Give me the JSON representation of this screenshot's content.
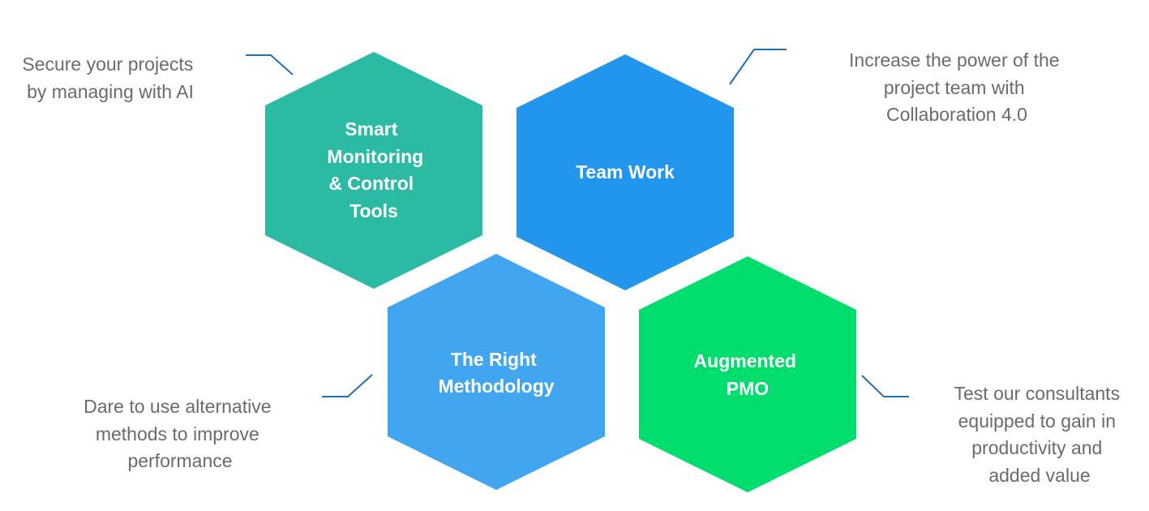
{
  "hexagons": [
    {
      "id": "smart-monitoring",
      "lines": [
        "Smart",
        "Monitoring",
        "& Control",
        "Tools"
      ],
      "color": "#2bbba4",
      "description": [
        "Secure your projects",
        "by managing with AI"
      ]
    },
    {
      "id": "team-work",
      "lines": [
        "Team Work"
      ],
      "color": "#2196ec",
      "description": [
        "Increase the power of the",
        "project team with",
        "Collaboration 4.0"
      ]
    },
    {
      "id": "right-methodology",
      "lines": [
        "The Right",
        "Methodology"
      ],
      "color": "#42a5f0",
      "description": [
        "Dare to use alternative",
        "methods to improve",
        "performance"
      ]
    },
    {
      "id": "augmented-pmo",
      "lines": [
        "Augmented",
        "PMO"
      ],
      "color": "#00dd6d",
      "description": [
        "Test our consultants",
        "equipped to gain in",
        "productivity and",
        "added value"
      ]
    }
  ],
  "connector_color": "#1f6fb2",
  "text_color": "#6b6b6b"
}
